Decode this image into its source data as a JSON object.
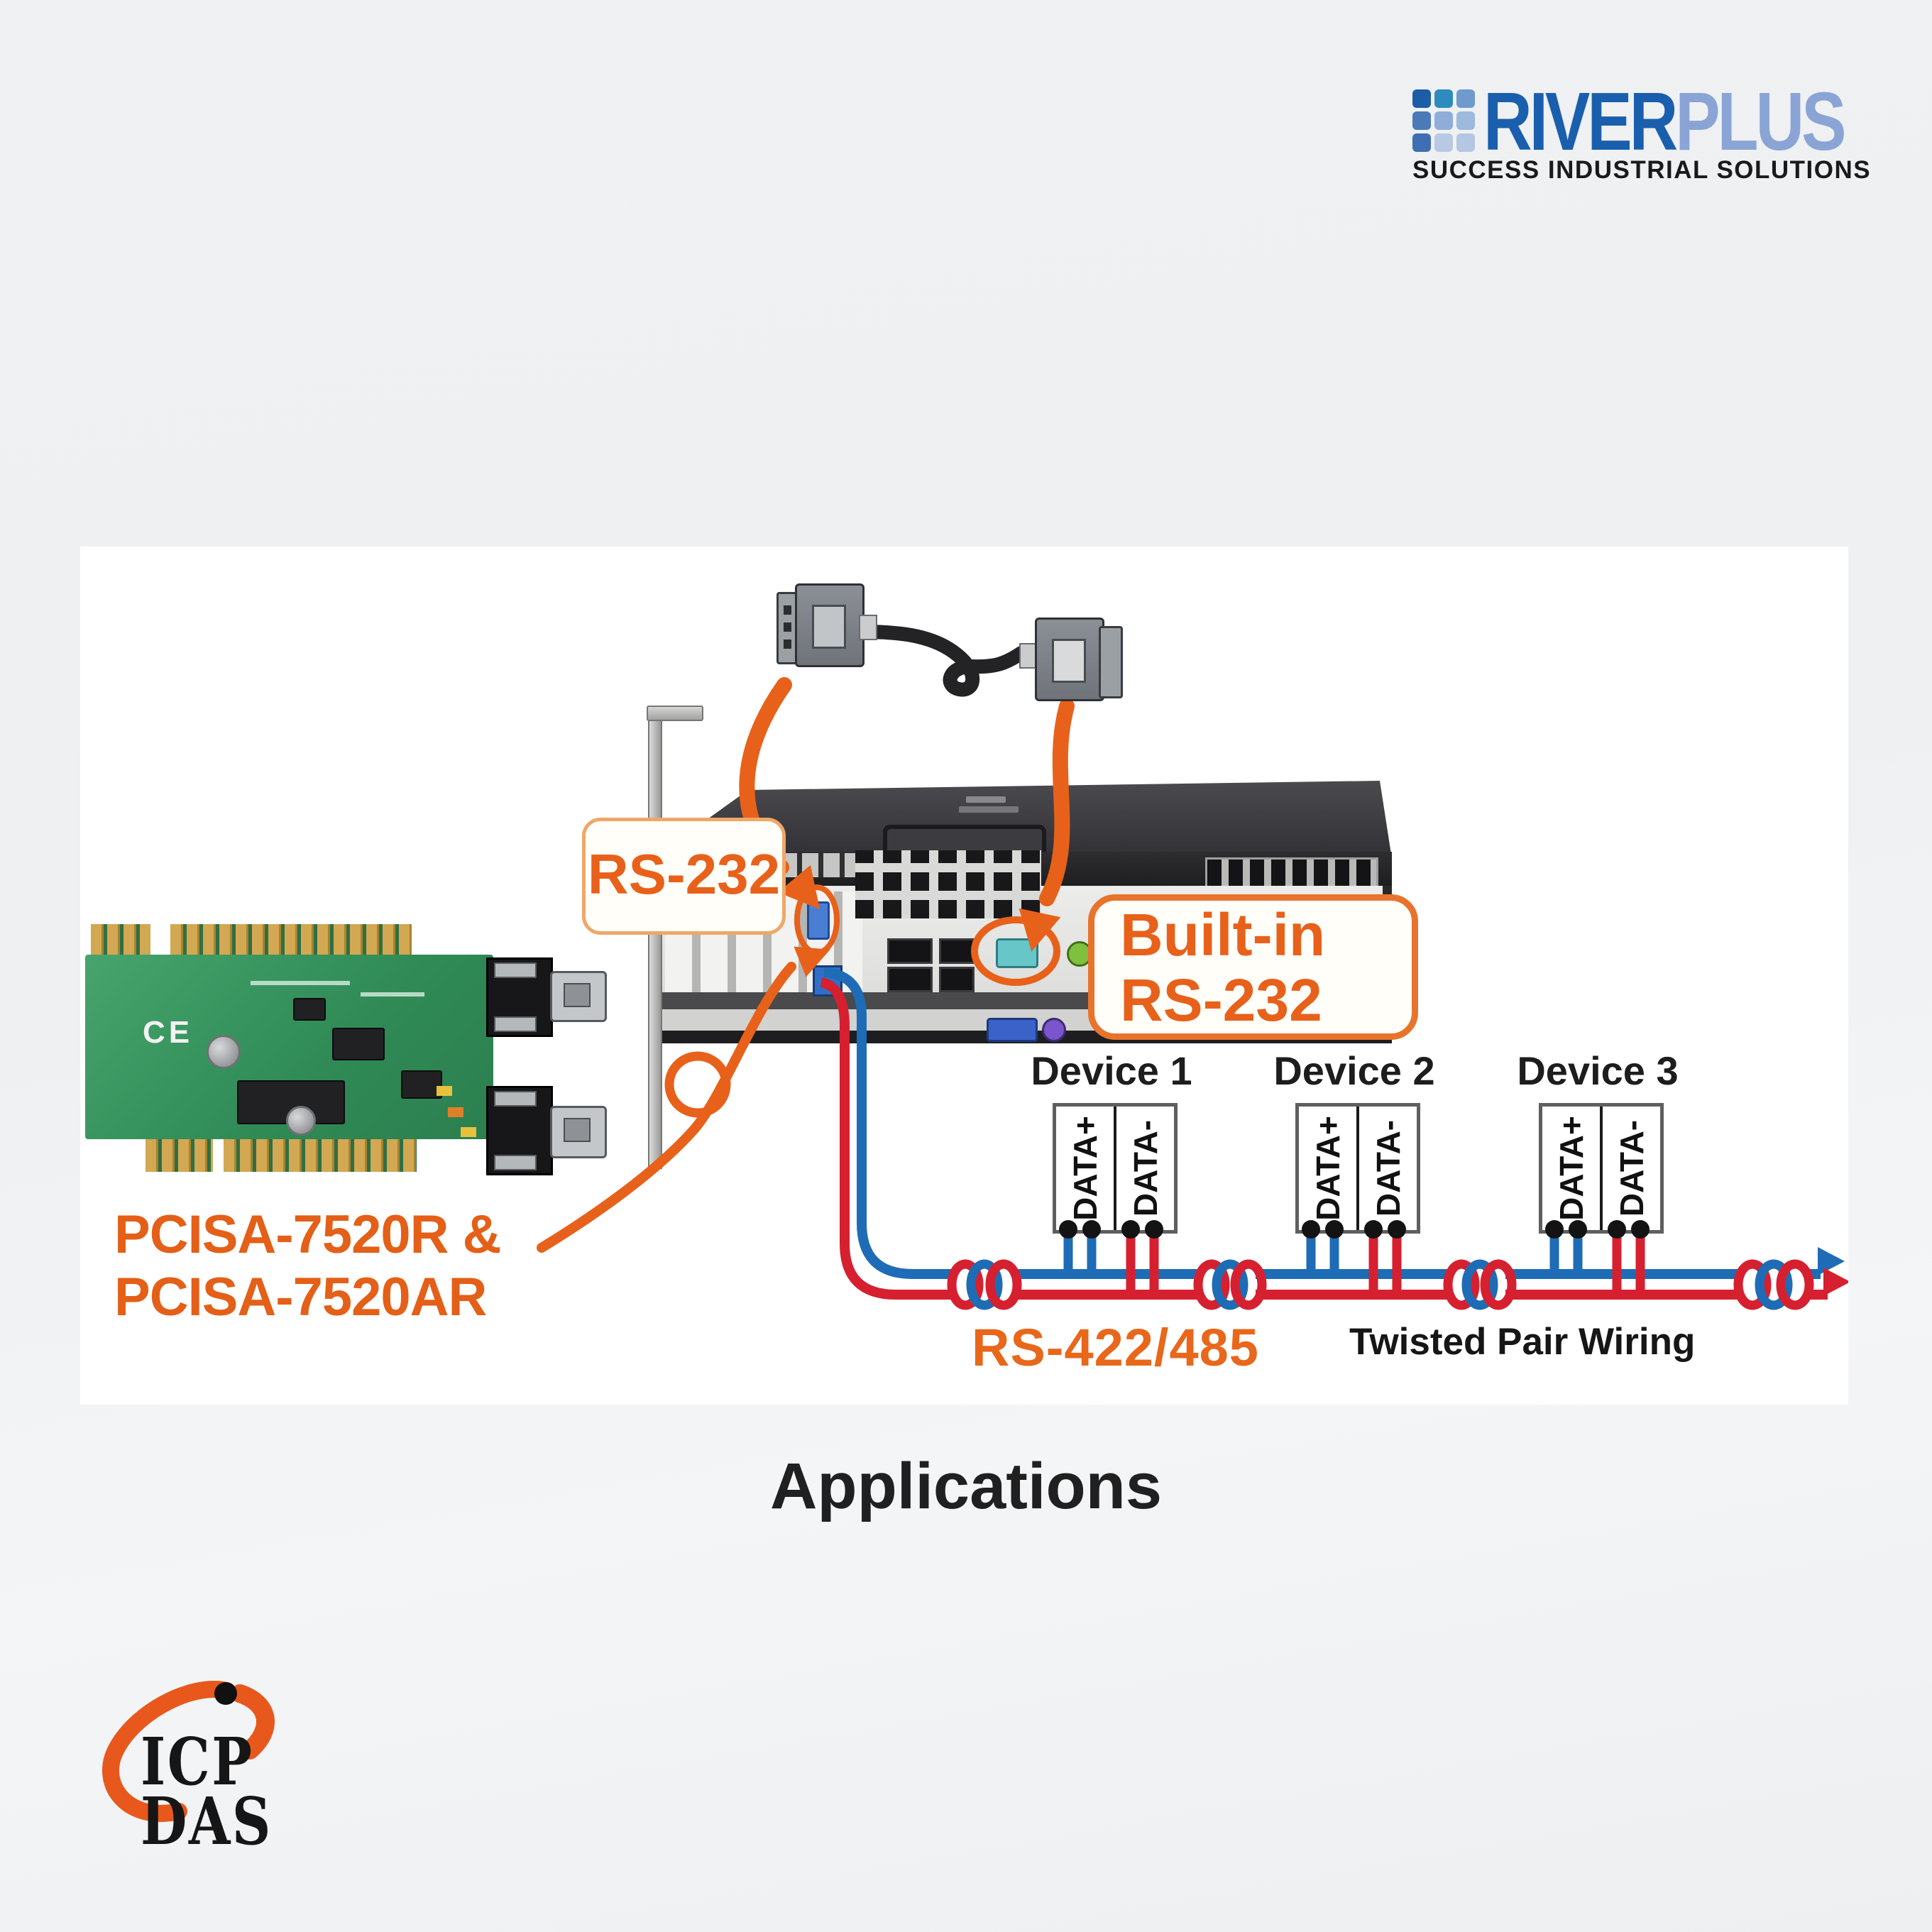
{
  "header": {
    "logo": {
      "word_primary": "RIVER",
      "word_secondary": "PLUS",
      "tagline": "SUCCESS INDUSTRIAL SOLUTIONS",
      "grid_colors": [
        "#1d5da8",
        "#2e8bbf",
        "#6f9acc",
        "#4a7bb8",
        "#8fadd8",
        "#9db9de",
        "#3f6fb2",
        "#b9c9e4",
        "#b5c6e2"
      ]
    }
  },
  "diagram": {
    "rs232_label": "RS-232",
    "builtin_label_line1": "Built-in",
    "builtin_label_line2": "RS-232",
    "card_label_line1": "PCISA-7520R &",
    "card_label_line2": "PCISA-7520AR",
    "card_ce_mark": "CE",
    "bus_label": "RS-422/485",
    "wiring_label": "Twisted Pair Wiring",
    "devices": [
      {
        "name": "Device 1",
        "terminals": [
          "DATA+",
          "DATA-"
        ]
      },
      {
        "name": "Device 2",
        "terminals": [
          "DATA+",
          "DATA-"
        ]
      },
      {
        "name": "Device 3",
        "terminals": [
          "DATA+",
          "DATA-"
        ]
      }
    ]
  },
  "caption": "Applications",
  "footer_logo": {
    "line1": "ICP",
    "line2": "DAS"
  },
  "colors": {
    "accent_orange": "#E8611A",
    "wire_red": "#D6202F",
    "wire_blue": "#1E6CB5",
    "brand_blue": "#1A5FAE",
    "brand_light_blue": "#8AA4D6",
    "pcb_green": "#3B9A63",
    "swoosh_orange": "#E8581C"
  }
}
